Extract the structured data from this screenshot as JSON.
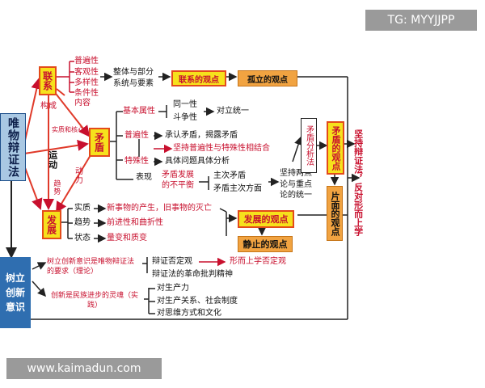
{
  "watermark_top": "TG: MYYJJPP",
  "watermark_bottom": "www.kaimadun.com",
  "main_title": "唯物辩证法",
  "innovation_title": "树立创新意识",
  "node_connection": "联系",
  "node_contradiction": "矛盾",
  "node_development": "发展",
  "conn_props": [
    "普遍性",
    "客观性",
    "多样性",
    "条件性"
  ],
  "whole_part": "整体与部分",
  "system_element": "系统与要素",
  "view_connection": "联系的观点",
  "view_isolated": "孤立的观点",
  "side_composition": "构成",
  "side_inner": "内容",
  "side_essence": "实质和核心",
  "side_motion": "运动",
  "side_trend": "趋势",
  "side_power": "动力",
  "basic_attr": "基本属性",
  "identity": "同一性",
  "struggle": "斗争性",
  "unity_opposites": "对立统一",
  "universality": "普遍性",
  "particularity": "特殊性",
  "acknowledge": "承认矛盾，揭露矛盾",
  "combine": "坚持普遍性与特殊性相结合",
  "concrete_analysis": "具体问题具体分析",
  "manifest": "表现",
  "uneven": "矛盾发展的不平衡",
  "main_contradiction": "主次矛盾",
  "main_aspect": "矛盾主次方面",
  "two_point": "坚持两点论与重点论的统一",
  "contradiction_analysis": "矛盾分析法",
  "view_contradiction": "矛盾的观点",
  "view_onesided": "片面的观点",
  "persist": "坚持辩证法，反对形而上学",
  "essence_label": "实质",
  "essence_text": "新事物的产生，旧事物的灭亡",
  "trend_label": "趋势",
  "trend_text": "前进性和曲折性",
  "state_label": "状态",
  "state_text": "量变和质变",
  "view_development": "发展的观点",
  "view_static": "静止的观点",
  "innov_req": "树立创新意识是唯物辩证法的要求（理论）",
  "dialectic_negation": "辩证否定观",
  "revolutionary": "辩证法的革命批判精神",
  "metaphysical_negation": "形而上学否定观",
  "innov_soul": "创新是民族进步的灵魂（实践）",
  "productivity": "对生产力",
  "relations": "对生产关系、社会制度",
  "thinking": "对思维方式和文化"
}
